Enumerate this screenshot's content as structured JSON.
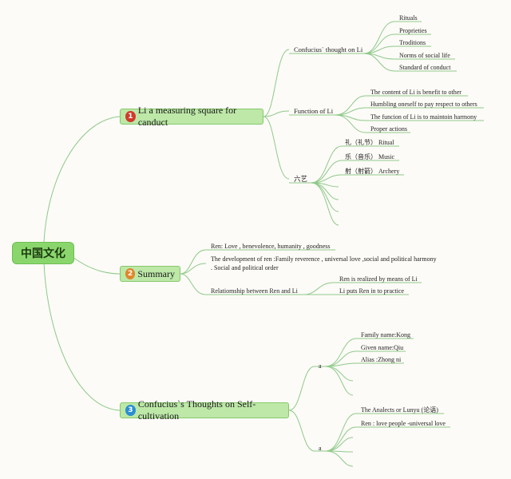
{
  "root": "中国文化",
  "branches": [
    {
      "number": "1",
      "badge_color": "#d23a2a",
      "label": "Li a measuring square for canduct",
      "groups": [
        {
          "label": "Confucius` thought on Li",
          "leaves": [
            "Rituals",
            "Proprieties",
            "Troditions",
            "Norms of social life",
            "Standard of conduct"
          ]
        },
        {
          "label": "Function of Li",
          "leaves": [
            "The content of Li is benefit to other",
            "Humbling oneself to pay respect to others",
            "The funcion of Li is to maintoin harmony",
            "Proper actions"
          ]
        },
        {
          "label": "六艺",
          "leaves": [
            "礼（礼节） Ritual",
            "乐（音乐） Music",
            "射（射箭） Archery",
            "",
            "",
            "",
            ""
          ]
        }
      ]
    },
    {
      "number": "2",
      "badge_color": "#e0862a",
      "label": "Summary",
      "items": [
        "Ren: Love , benevolence, humanity , goodness",
        "The development of ren :Family reverence , universal love ,social and political harmony",
        ". Social and political order"
      ],
      "group": {
        "label": "Relatiomship between Ren and Li",
        "leaves": [
          "Ren is realized by means of Li",
          "Li puts Ren in to practice"
        ]
      }
    },
    {
      "number": "3",
      "badge_color": "#2a8fd0",
      "label": "Confucius`s Thoughts on Self-cultivation",
      "groups": [
        {
          "label": "a",
          "leaves": [
            "Family name:Kong",
            "Given name:Qiu",
            "Alias :Zhong ni",
            "",
            ""
          ]
        },
        {
          "label": "a",
          "leaves": [
            "The Analects or Lunyu (论语)",
            "Ren : love people -universal love",
            "",
            "",
            ""
          ]
        }
      ]
    }
  ],
  "colors": {
    "root_fill": "#8ad66d",
    "branch_fill": "#bde8a8",
    "connector": "#8fc98a"
  }
}
